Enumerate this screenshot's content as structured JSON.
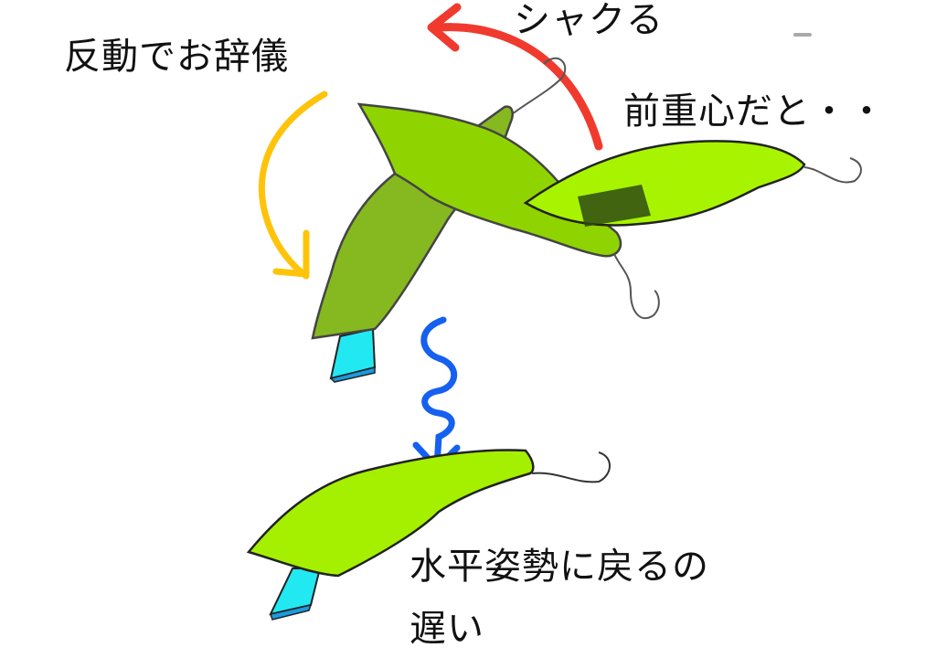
{
  "labels": {
    "bow_by_recoil": "反動でお辞儀",
    "jerk": "シャクる",
    "front_heavy": "前重心だと・・",
    "return_horizontal_line1": "水平姿勢に戻るの",
    "return_horizontal_line2": "遅い"
  },
  "colors": {
    "lure_top_body": "#8fd400",
    "lure_bottom_body": "#86b820",
    "lure_right_body": "#a8f400",
    "lure_result_body": "#a4f000",
    "lip": "#22e8f2",
    "lip_edge": "#1a9be0",
    "weight": "#2e4a12",
    "arrow_jerk": "#f03a2e",
    "arrow_bow": "#ffc30a",
    "arrow_fall": "#1660f0",
    "outline": "#333333"
  },
  "diagram": {
    "description": "Lure action: jerk causes bow from recoil; with front center of gravity the lure is slow to return to horizontal posture"
  }
}
